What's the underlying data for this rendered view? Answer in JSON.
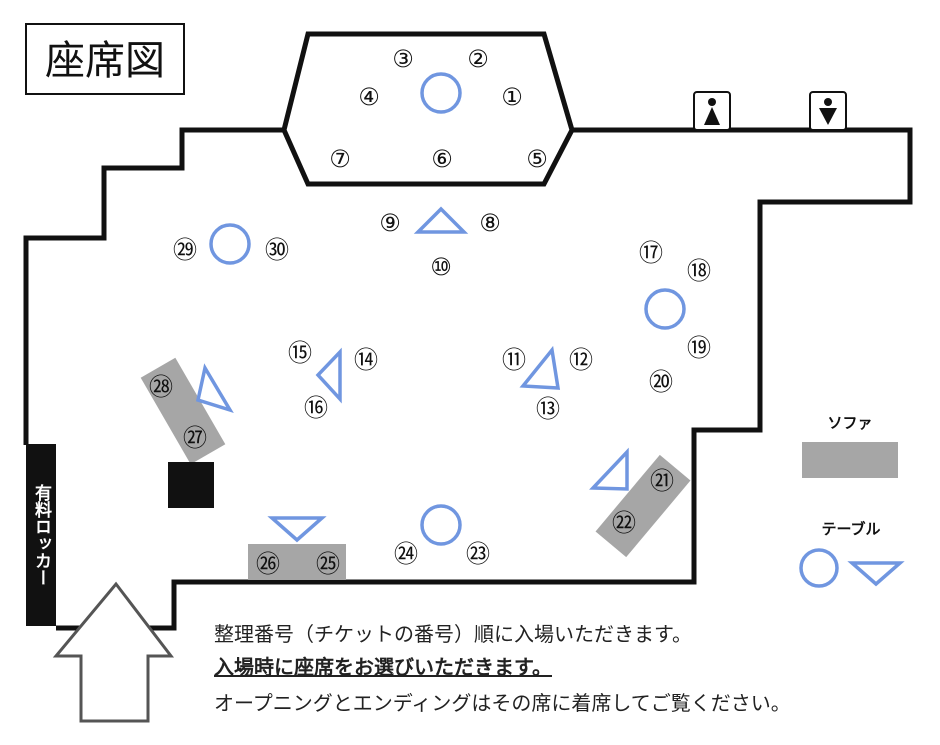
{
  "title": "座席図",
  "locker_label": "有料ロッカー",
  "legend": {
    "sofa_label": "ソファ",
    "table_label": "テーブル"
  },
  "colors": {
    "table": "#7096e0",
    "sofa": "#a6a6a6",
    "wall": "#111111",
    "locker": "#111111"
  },
  "restroom_icons": [
    "restroom-female-icon",
    "restroom-male-icon"
  ],
  "seats": [
    "①",
    "②",
    "③",
    "④",
    "⑤",
    "⑥",
    "⑦",
    "⑧",
    "⑨",
    "⑩",
    "⑪",
    "⑫",
    "⑬",
    "⑭",
    "⑮",
    "⑯",
    "⑰",
    "⑱",
    "⑲",
    "⑳",
    "㉑",
    "㉒",
    "㉓",
    "㉔",
    "㉕",
    "㉖",
    "㉗",
    "㉘",
    "㉙",
    "㉚"
  ],
  "notes": {
    "line1": "整理番号（チケットの番号）順に入場いただきます。",
    "line2": "入場時に座席をお選びいただきます。",
    "line3": "オープニングとエンディングはその席に着席してご覧ください。"
  }
}
